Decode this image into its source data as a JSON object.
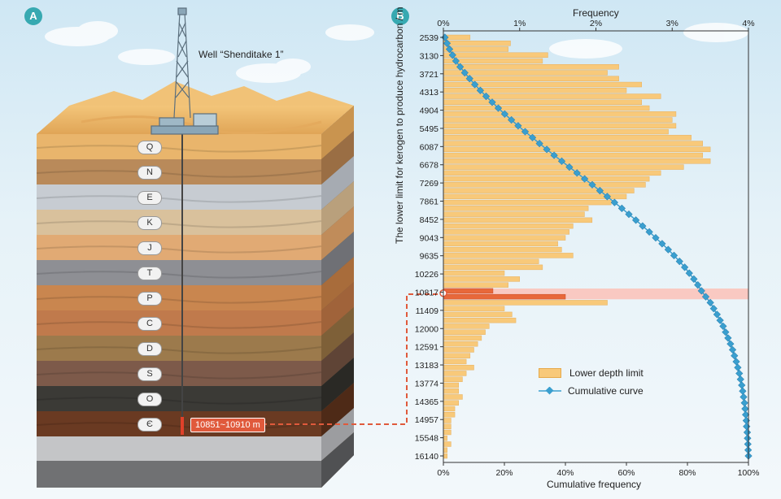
{
  "panels": {
    "a": "A",
    "b": "B"
  },
  "well_label": "Well “Shenditake 1”",
  "strata": [
    "Q",
    "N",
    "E",
    "K",
    "J",
    "T",
    "P",
    "C",
    "D",
    "S",
    "O",
    "Є"
  ],
  "depth_interval": "10851~10910 m",
  "chart_data": {
    "type": "bar",
    "orientation": "horizontal",
    "top_axis_title": "Frequency",
    "top_axis_ticks": [
      "0%",
      "1%",
      "2%",
      "3%",
      "4%"
    ],
    "top_axis_range": [
      0,
      4
    ],
    "bottom_axis_title": "Cumulative frequency",
    "bottom_axis_ticks": [
      "0%",
      "20%",
      "40%",
      "60%",
      "80%",
      "100%"
    ],
    "bottom_axis_range": [
      0,
      100
    ],
    "y_axis_title": "The lower limit for kerogen to produce hydrocarbon / m",
    "y_tick_labels": [
      "2539",
      "3130",
      "3721",
      "4313",
      "4904",
      "5495",
      "6087",
      "6678",
      "7269",
      "7861",
      "8452",
      "9043",
      "9635",
      "10226",
      "10817",
      "11409",
      "12000",
      "12591",
      "13183",
      "13774",
      "14365",
      "14957",
      "15548",
      "16140"
    ],
    "y_range": [
      2539,
      16140
    ],
    "highlight_depth_range": [
      10700,
      11050
    ],
    "legend": [
      "Lower depth limit",
      "Cumulative curve"
    ],
    "series": [
      {
        "name": "Lower depth limit",
        "values": [
          0.35,
          0.88,
          0.85,
          1.37,
          1.3,
          2.3,
          2.15,
          2.3,
          2.6,
          2.4,
          2.85,
          2.6,
          2.7,
          3.05,
          3.0,
          3.05,
          2.95,
          3.25,
          3.4,
          3.5,
          3.4,
          3.5,
          3.15,
          2.85,
          2.7,
          2.65,
          2.5,
          2.4,
          2.2,
          1.9,
          1.85,
          1.95,
          1.7,
          1.65,
          1.6,
          1.5,
          1.55,
          1.7,
          1.25,
          1.3,
          0.8,
          1.0,
          0.85,
          0.65,
          1.6,
          2.15,
          0.8,
          0.9,
          0.95,
          0.6,
          0.55,
          0.5,
          0.45,
          0.4,
          0.35,
          0.3,
          0.4,
          0.3,
          0.25,
          0.2,
          0.2,
          0.25,
          0.2,
          0.15,
          0.15,
          0.1,
          0.1,
          0.1,
          0.05,
          0.1,
          0.05,
          0.05
        ]
      },
      {
        "name": "Cumulative curve",
        "values": [
          0.5,
          1.2,
          2.0,
          3.0,
          4.1,
          5.5,
          7.0,
          8.6,
          10.3,
          12.1,
          14.0,
          16.0,
          18.0,
          20.1,
          22.3,
          24.5,
          26.8,
          29.2,
          31.5,
          33.9,
          36.3,
          38.8,
          41.3,
          43.8,
          46.3,
          48.8,
          51.3,
          53.7,
          56.1,
          58.5,
          60.8,
          63.1,
          65.3,
          67.5,
          69.6,
          71.7,
          73.7,
          75.6,
          77.4,
          79.1,
          80.6,
          82.1,
          83.4,
          84.6,
          86.0,
          87.5,
          88.6,
          89.7,
          90.7,
          91.7,
          92.5,
          93.3,
          94.1,
          94.8,
          95.4,
          96.0,
          96.5,
          97.0,
          97.4,
          97.8,
          98.1,
          98.4,
          98.7,
          98.9,
          99.1,
          99.3,
          99.4,
          99.6,
          99.7,
          99.8,
          99.9,
          100
        ]
      }
    ]
  },
  "colors": {
    "bar": "#f8c97a",
    "bar_highlight": "#e8683a",
    "curve": "#3a9fcf",
    "highlight_band": "#f9c9c2",
    "accent": "#e05a3c"
  }
}
